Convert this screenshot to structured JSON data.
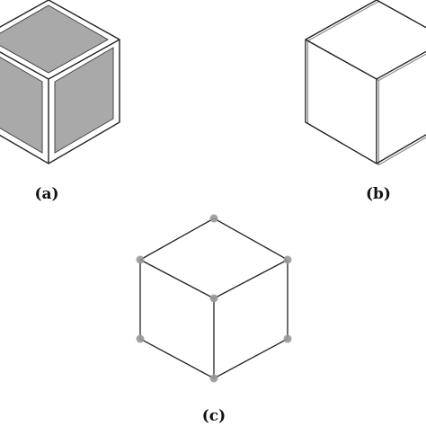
{
  "figure": {
    "panels": [
      {
        "id": "a",
        "label": "(a)",
        "style": "filled faces with white borders"
      },
      {
        "id": "b",
        "label": "(b)",
        "style": "double-line outline"
      },
      {
        "id": "c",
        "label": "(c)",
        "style": "single-line outline with vertex markers"
      }
    ]
  },
  "colors": {
    "background": "#ffffff",
    "stroke": "#222222",
    "face_fill": "#a9a9a9",
    "outline_double_inner": "#8a8a8a",
    "vertex_marker": "#9a9a9a"
  }
}
